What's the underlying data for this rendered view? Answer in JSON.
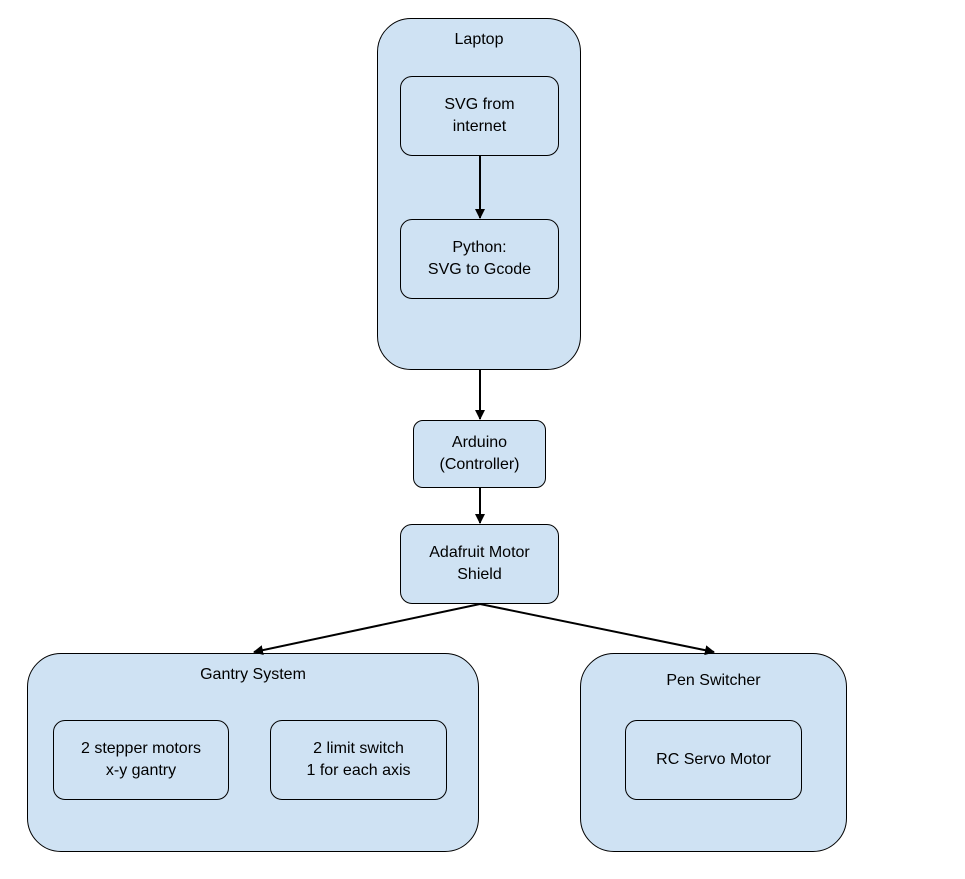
{
  "laptop": {
    "title": "Laptop",
    "svg_box": "SVG from\ninternet",
    "python_box": "Python:\nSVG to Gcode"
  },
  "arduino": "Arduino\n(Controller)",
  "motor_shield": "Adafruit Motor\nShield",
  "gantry": {
    "title": "Gantry System",
    "steppers": "2 stepper motors\nx-y gantry",
    "limit_switch": "2 limit switch\n1 for each axis"
  },
  "pen_switcher": {
    "title": "Pen Switcher",
    "servo": "RC Servo Motor"
  },
  "colors": {
    "box_fill": "#cfe2f3",
    "stroke": "#000000"
  }
}
